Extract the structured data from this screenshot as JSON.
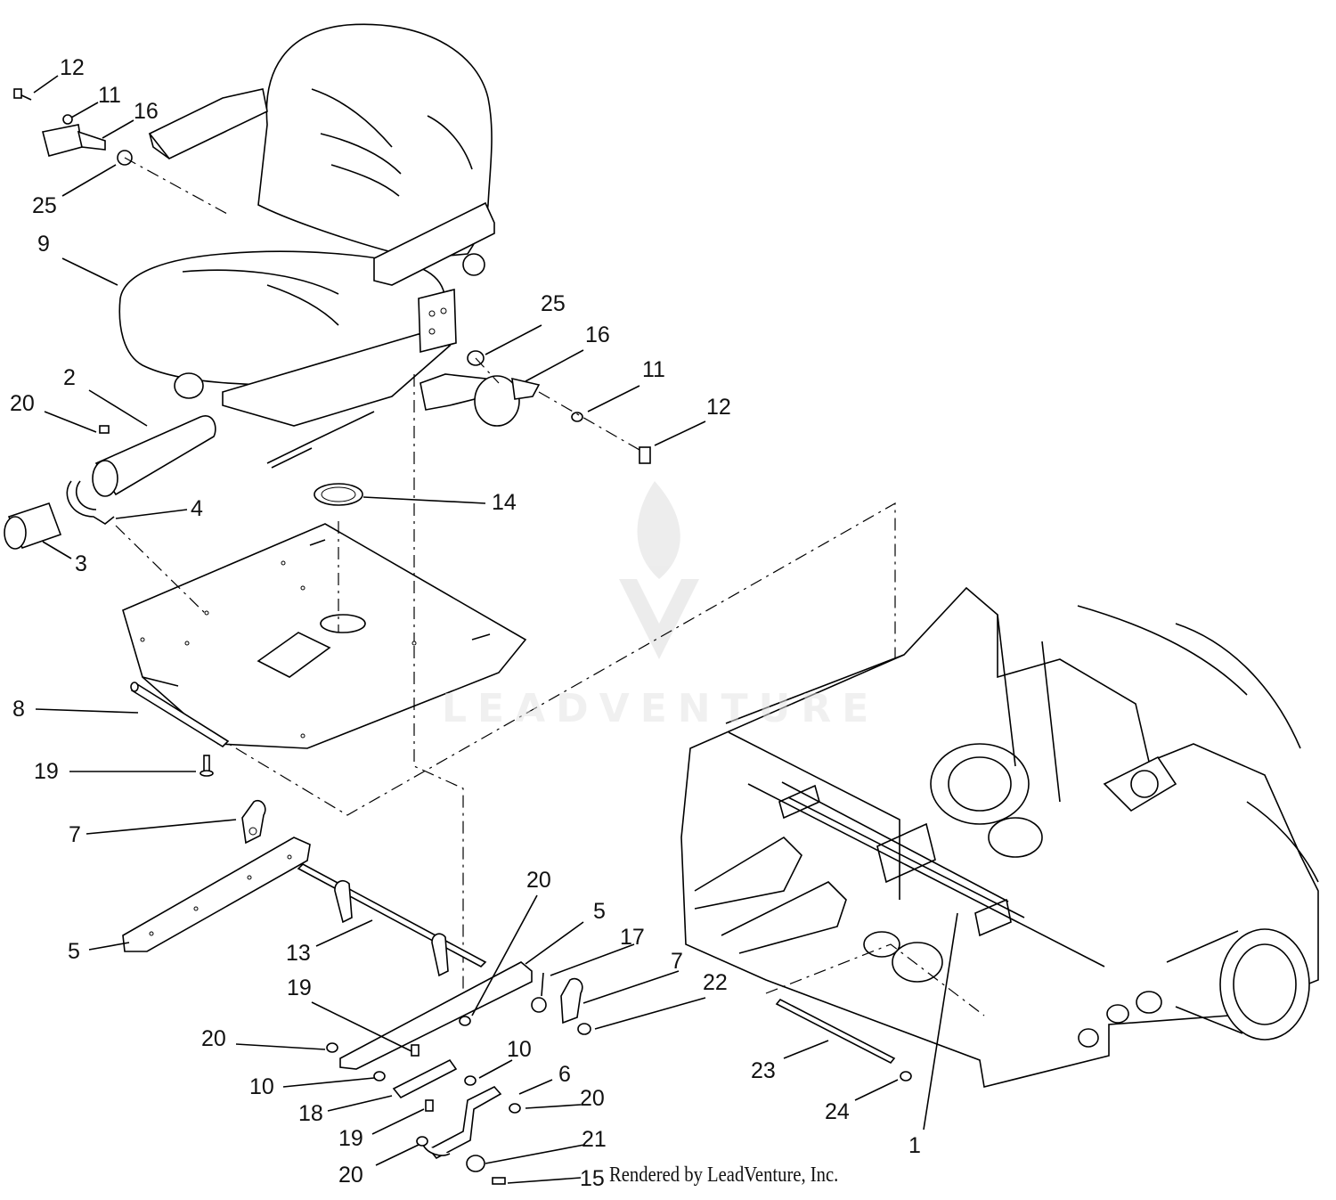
{
  "diagram": {
    "footer": "Rendered by LeadVenture, Inc.",
    "watermark": "LEADVENTURE",
    "callouts": [
      {
        "id": "c12a",
        "text": "12"
      },
      {
        "id": "c11a",
        "text": "11"
      },
      {
        "id": "c16a",
        "text": "16"
      },
      {
        "id": "c25a",
        "text": "25"
      },
      {
        "id": "c9",
        "text": "9"
      },
      {
        "id": "c25b",
        "text": "25"
      },
      {
        "id": "c16b",
        "text": "16"
      },
      {
        "id": "c11b",
        "text": "11"
      },
      {
        "id": "c12b",
        "text": "12"
      },
      {
        "id": "c2",
        "text": "2"
      },
      {
        "id": "c20a",
        "text": "20"
      },
      {
        "id": "c14",
        "text": "14"
      },
      {
        "id": "c4",
        "text": "4"
      },
      {
        "id": "c3",
        "text": "3"
      },
      {
        "id": "c8",
        "text": "8"
      },
      {
        "id": "c19a",
        "text": "19"
      },
      {
        "id": "c7a",
        "text": "7"
      },
      {
        "id": "c20b",
        "text": "20"
      },
      {
        "id": "c5a",
        "text": "5"
      },
      {
        "id": "c13",
        "text": "13"
      },
      {
        "id": "c5b",
        "text": "5"
      },
      {
        "id": "c17",
        "text": "17"
      },
      {
        "id": "c7b",
        "text": "7"
      },
      {
        "id": "c22",
        "text": "22"
      },
      {
        "id": "c19b",
        "text": "19"
      },
      {
        "id": "c20c",
        "text": "20"
      },
      {
        "id": "c10a",
        "text": "10"
      },
      {
        "id": "c10b",
        "text": "10"
      },
      {
        "id": "c6",
        "text": "6"
      },
      {
        "id": "c18",
        "text": "18"
      },
      {
        "id": "c20d",
        "text": "20"
      },
      {
        "id": "c19c",
        "text": "19"
      },
      {
        "id": "c21",
        "text": "21"
      },
      {
        "id": "c20e",
        "text": "20"
      },
      {
        "id": "c15",
        "text": "15"
      },
      {
        "id": "c23",
        "text": "23"
      },
      {
        "id": "c24",
        "text": "24"
      },
      {
        "id": "c1",
        "text": "1"
      }
    ]
  }
}
